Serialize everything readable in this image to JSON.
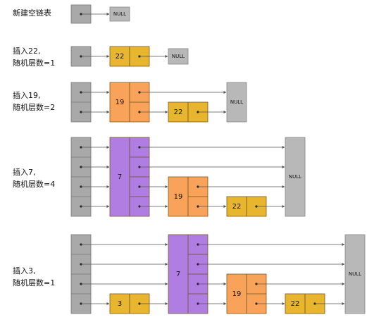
{
  "steps": [
    {
      "label1": "新建空链表",
      "label2": "",
      "levels": 1,
      "nodes": []
    },
    {
      "label1": "插入22,",
      "label2": "随机层数=1",
      "levels": 1,
      "nodes": [
        {
          "value": "22",
          "levels": 1,
          "color": "#e8b52e"
        }
      ]
    },
    {
      "label1": "插入19,",
      "label2": "随机层数=2",
      "levels": 2,
      "nodes": [
        {
          "value": "19",
          "levels": 2,
          "color": "#f9a35a"
        },
        {
          "value": "22",
          "levels": 1,
          "color": "#e8b52e"
        }
      ]
    },
    {
      "label1": "插入7,",
      "label2": "随机层数=4",
      "levels": 4,
      "nodes": [
        {
          "value": "7",
          "levels": 4,
          "color": "#b07ee2"
        },
        {
          "value": "19",
          "levels": 2,
          "color": "#f9a35a"
        },
        {
          "value": "22",
          "levels": 1,
          "color": "#e8b52e"
        }
      ]
    },
    {
      "label1": "插入3,",
      "label2": "随机层数=1",
      "levels": 4,
      "nodes": [
        {
          "value": "3",
          "levels": 1,
          "color": "#e8b52e"
        },
        {
          "value": "7",
          "levels": 4,
          "color": "#b07ee2"
        },
        {
          "value": "19",
          "levels": 2,
          "color": "#f9a35a"
        },
        {
          "value": "22",
          "levels": 1,
          "color": "#e8b52e"
        }
      ]
    }
  ],
  "null_label": "NULL",
  "colors": {
    "head": "#a9a9a9",
    "null": "#b8b8b8",
    "line": "#555555"
  }
}
